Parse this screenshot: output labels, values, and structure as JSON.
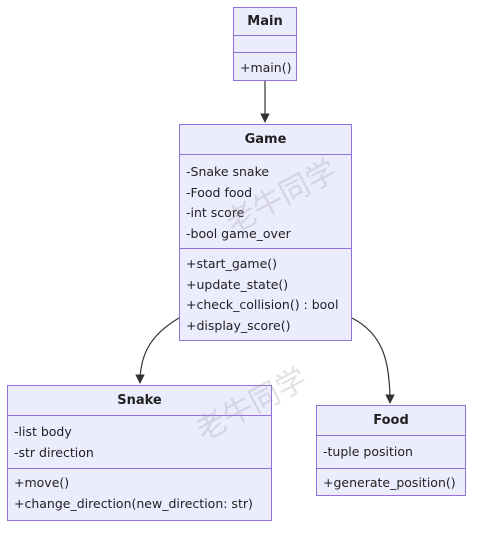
{
  "diagram": {
    "classes": {
      "main": {
        "name": "Main",
        "attributes": [],
        "methods": [
          "+main()"
        ]
      },
      "game": {
        "name": "Game",
        "attributes": [
          "-Snake snake",
          "-Food food",
          "-int score",
          "-bool game_over"
        ],
        "methods": [
          "+start_game()",
          "+update_state()",
          "+check_collision() : bool",
          "+display_score()"
        ]
      },
      "snake": {
        "name": "Snake",
        "attributes": [
          "-list body",
          "-str direction"
        ],
        "methods": [
          "+move()",
          "+change_direction(new_direction: str)"
        ]
      },
      "food": {
        "name": "Food",
        "attributes": [
          "-tuple position"
        ],
        "methods": [
          "+generate_position()"
        ]
      }
    },
    "relations": [
      {
        "from": "Main",
        "to": "Game",
        "type": "association"
      },
      {
        "from": "Game",
        "to": "Snake",
        "type": "association"
      },
      {
        "from": "Game",
        "to": "Food",
        "type": "association"
      }
    ],
    "colors": {
      "box_fill": "#ececff",
      "box_border": "#9370db",
      "line": "#333333"
    },
    "watermark": "老牛同学"
  }
}
